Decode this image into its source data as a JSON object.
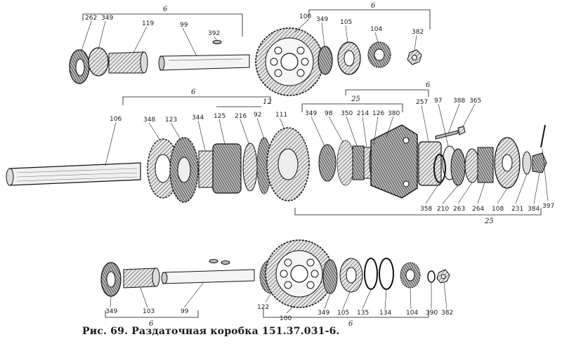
{
  "caption": "Рис. 69. Раздаточная коробка 151.37.031-6.",
  "part_numbers": {
    "top_left": [
      "262",
      "349",
      "119",
      "99",
      "392"
    ],
    "top_right": [
      "100",
      "349",
      "105",
      "104",
      "382"
    ],
    "main_top": [
      "106",
      "348",
      "123",
      "344",
      "125",
      "216",
      "92",
      "111",
      "349",
      "98",
      "350",
      "214",
      "126",
      "380",
      "257",
      "97",
      "388",
      "365",
      "397"
    ],
    "main_bottom": [
      "358",
      "210",
      "263",
      "264",
      "108",
      "231",
      "384"
    ],
    "bottom_left": [
      "349",
      "103",
      "99"
    ],
    "bottom_right": [
      "122",
      "100",
      "349",
      "105",
      "135",
      "134",
      "104",
      "390",
      "382"
    ]
  },
  "group_labels": {
    "top_left": "6",
    "top_right": "6",
    "main_upper": "6",
    "main_12": "12",
    "main_25_upper": "25",
    "main_6_right": "6",
    "main_25_lower": "25",
    "bottom_left": "6",
    "bottom_right": "6"
  }
}
